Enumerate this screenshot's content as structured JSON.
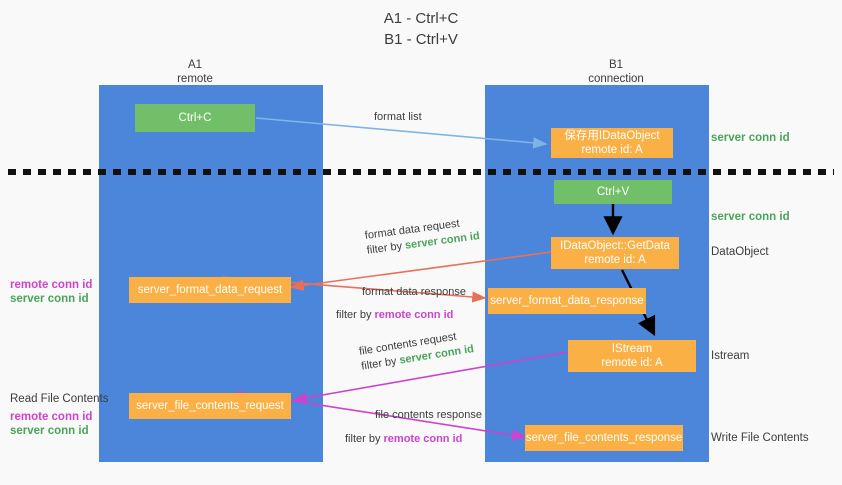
{
  "title": {
    "line1": "A1 - Ctrl+C",
    "line2": "B1 - Ctrl+V"
  },
  "colors": {
    "lane": "#4b86db",
    "node_green": "#72bf6a",
    "node_orange": "#fbb045",
    "server_conn_id": "#4aa45a",
    "remote_conn_id": "#cc44cc",
    "arrow_blue": "#7fb4e8",
    "arrow_red": "#e8705a",
    "arrow_magenta": "#cc44cc",
    "arrow_black": "#000000",
    "background": "#f9f9f9"
  },
  "columns": [
    {
      "name": "A1",
      "sub": "remote"
    },
    {
      "name": "B1",
      "sub": "connection"
    }
  ],
  "nodes": {
    "ctrl_c": {
      "label": "Ctrl+C"
    },
    "save_dataobject": {
      "line1": "保存用IDataObject",
      "line2": "remote id: A"
    },
    "ctrl_v": {
      "label": "Ctrl+V"
    },
    "getdata": {
      "line1": "IDataObject::GetData",
      "line2": "remote id: A"
    },
    "format_data_request": {
      "label": "server_format_data_request"
    },
    "format_data_response": {
      "label": "server_format_data_response"
    },
    "istream": {
      "line1": "IStream",
      "line2": "remote id: A"
    },
    "file_contents_request": {
      "label": "server_file_contents_request"
    },
    "file_contents_response": {
      "label": "server_file_contents_response"
    }
  },
  "edges": {
    "format_list": {
      "label": "format list"
    },
    "format_data_request": {
      "line1": "format data request",
      "filter_prefix": "filter by ",
      "filter_value": "server conn id"
    },
    "format_data_response": {
      "line1": "format data response",
      "filter_prefix": "filter by ",
      "filter_value": "remote conn id"
    },
    "file_contents_request": {
      "line1": "file contents request",
      "filter_prefix": "filter by ",
      "filter_value": "server conn id"
    },
    "file_contents_response": {
      "line1": "file contents response",
      "filter_prefix": "filter by ",
      "filter_value": "remote conn id"
    }
  },
  "annotations": {
    "right_top_server": "server conn id",
    "right_paste_server": "server conn id",
    "right_dataobject": "DataObject",
    "right_istream": "Istream",
    "right_write_file": "Write File Contents",
    "left_remote_1": "remote conn id",
    "left_server_1": "server conn id",
    "left_read_file": "Read File Contents",
    "left_remote_2": "remote conn id",
    "left_server_2": "server conn id"
  }
}
